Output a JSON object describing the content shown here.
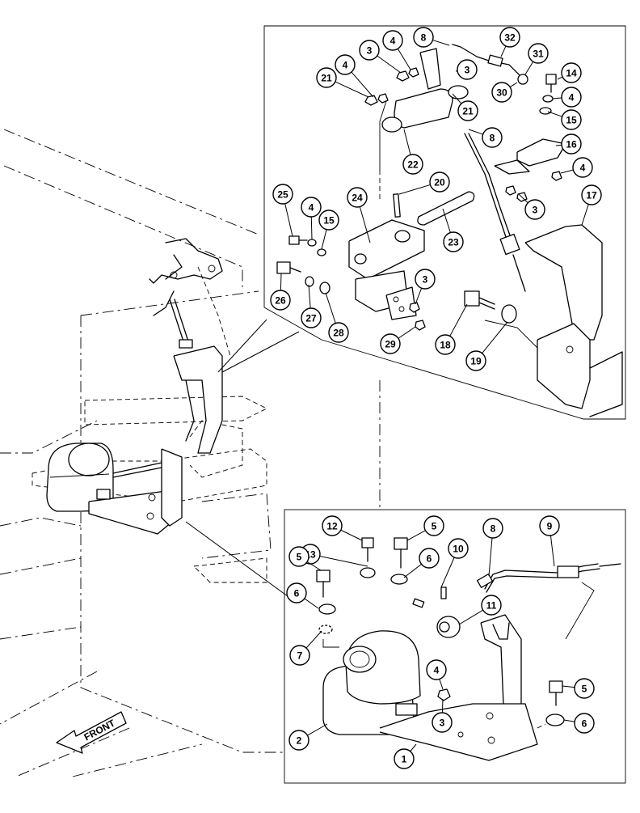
{
  "front_label": "FRONT",
  "callouts": {
    "top": [
      "8",
      "32",
      "31",
      "3",
      "4",
      "3",
      "4",
      "14",
      "30",
      "4",
      "21",
      "21",
      "15",
      "8",
      "16",
      "22",
      "20",
      "4",
      "24",
      "25",
      "4",
      "15",
      "23",
      "3",
      "17",
      "3",
      "26",
      "27",
      "28",
      "29",
      "18",
      "19"
    ],
    "bottom": [
      "12",
      "5",
      "13",
      "6",
      "10",
      "8",
      "9",
      "5",
      "6",
      "11",
      "7",
      "4",
      "5",
      "3",
      "6",
      "2",
      "1"
    ]
  }
}
